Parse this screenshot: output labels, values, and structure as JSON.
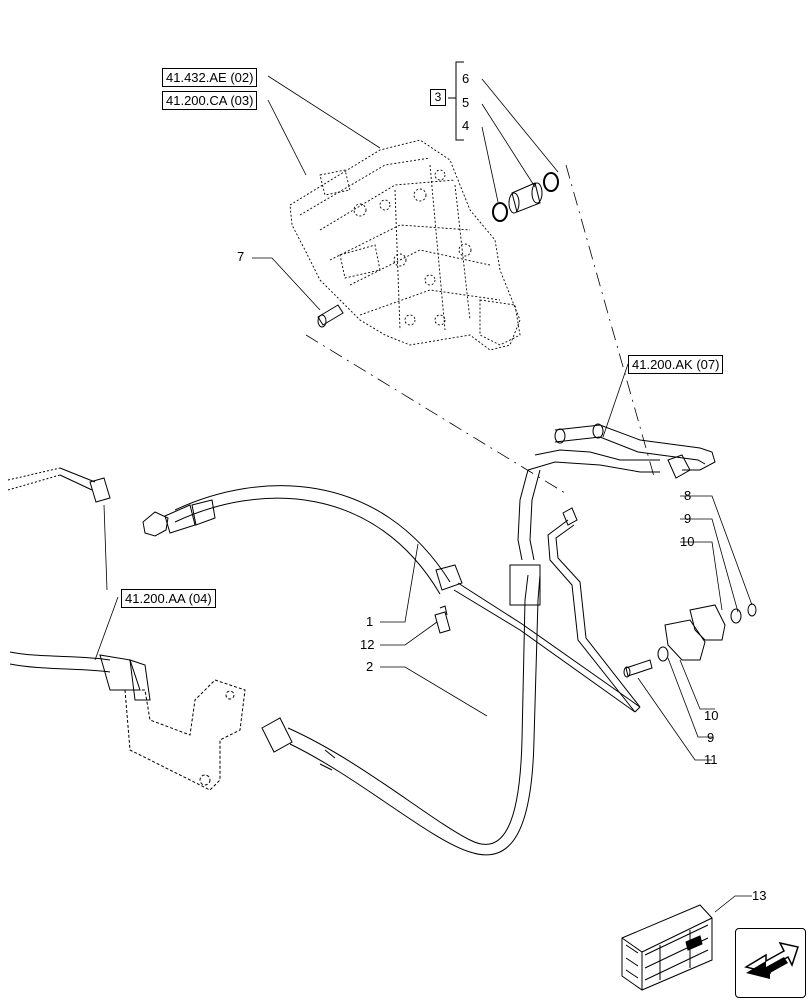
{
  "refs": {
    "r1": "41.432.AE (02)",
    "r2": "41.200.CA (03)",
    "r3": "41.200.AK (07)",
    "r4": "41.200.AA (04)"
  },
  "group_label": "3",
  "callouts": {
    "c6": "6",
    "c5": "5",
    "c4": "4",
    "c7": "7",
    "c8": "8",
    "c9a": "9",
    "c10a": "10",
    "c1": "1",
    "c12": "12",
    "c2": "2",
    "c10b": "10",
    "c9b": "9",
    "c11": "11",
    "c13": "13"
  },
  "icons": [
    "crate-icon",
    "next-arrow-icon"
  ]
}
